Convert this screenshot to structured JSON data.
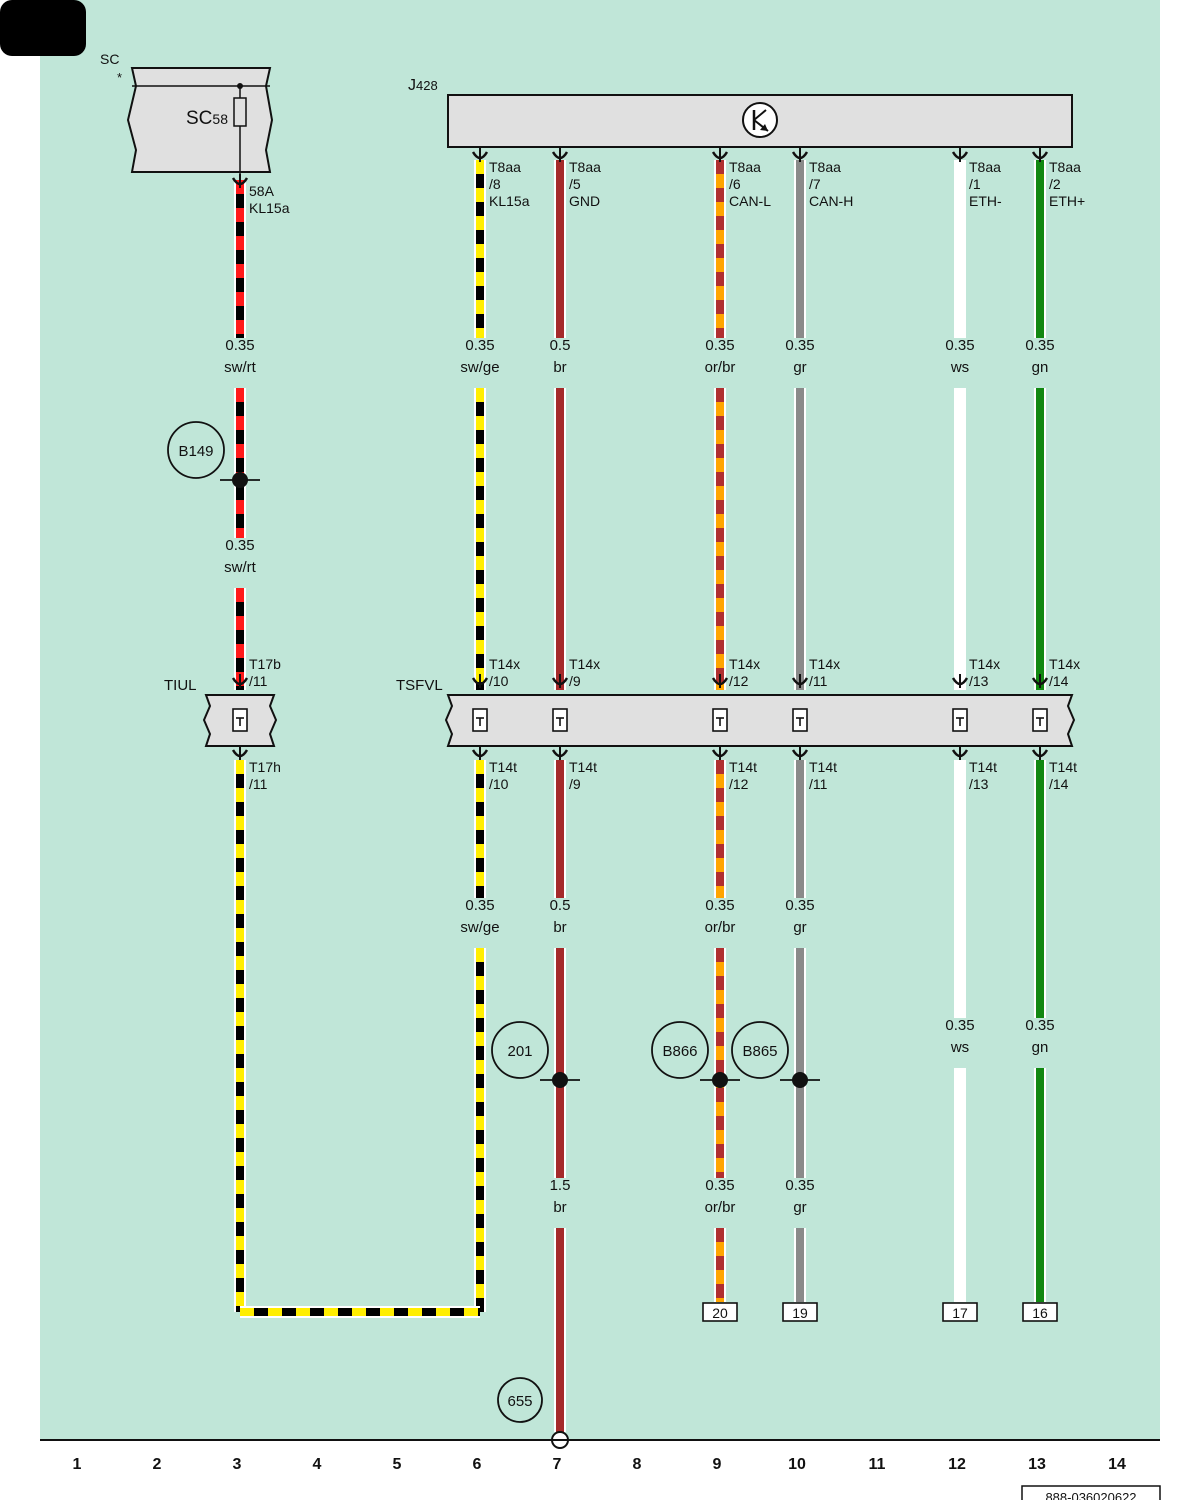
{
  "doc_id": "888-036020622",
  "components": {
    "sc": {
      "label": "SC",
      "star": "*",
      "fuse_name": "SC",
      "fuse_sub": "58"
    },
    "j428": {
      "label": "J",
      "label_sub": "428",
      "icon": "transistor-symbol-icon"
    },
    "tiul": {
      "label": "TIUL"
    },
    "tsfvl": {
      "label": "TSFVL"
    }
  },
  "wires": [
    {
      "id": "w3",
      "col": 3,
      "colors": [
        "#000000",
        "#ff1a1a"
      ],
      "top_pin": [
        "58A",
        "KL15a"
      ],
      "conn_top": [
        "T17b",
        "/11"
      ],
      "conn_bottom": [
        "T17h",
        "/11"
      ],
      "labels": [
        [
          "0.35",
          "sw/rt"
        ],
        [
          "0.35",
          "sw/rt"
        ]
      ],
      "junction": "B149"
    },
    {
      "id": "w6",
      "col": 6,
      "colors": [
        "#000000",
        "#ffee00"
      ],
      "top_pin": [
        "T8aa",
        "/8",
        "KL15a"
      ],
      "conn_top": [
        "T14x",
        "/10"
      ],
      "conn_bottom": [
        "T14t",
        "/10"
      ],
      "labels": [
        [
          "0.35",
          "sw/ge"
        ],
        [
          "0.35",
          "sw/ge"
        ]
      ]
    },
    {
      "id": "w7",
      "col": 7,
      "colors": [
        "#a52a2a"
      ],
      "top_pin": [
        "T8aa",
        "/5",
        "GND"
      ],
      "conn_top": [
        "T14x",
        "/9"
      ],
      "conn_bottom": [
        "T14t",
        "/9"
      ],
      "labels": [
        [
          "0.5",
          "br"
        ],
        [
          "0.5",
          "br"
        ],
        [
          "1.5",
          "br"
        ]
      ],
      "junction": "201",
      "ground": "655"
    },
    {
      "id": "w9",
      "col": 9,
      "colors": [
        "#ffa500",
        "#b03030"
      ],
      "top_pin": [
        "T8aa",
        "/6",
        "CAN-L"
      ],
      "conn_top": [
        "T14x",
        "/12"
      ],
      "conn_bottom": [
        "T14t",
        "/12"
      ],
      "labels": [
        [
          "0.35",
          "or/br"
        ],
        [
          "0.35",
          "or/br"
        ],
        [
          "0.35",
          "or/br"
        ]
      ],
      "junction": "B866",
      "ref": "20"
    },
    {
      "id": "w10",
      "col": 10,
      "colors": [
        "#8a8a8a"
      ],
      "top_pin": [
        "T8aa",
        "/7",
        "CAN-H"
      ],
      "conn_top": [
        "T14x",
        "/11"
      ],
      "conn_bottom": [
        "T14t",
        "/11"
      ],
      "labels": [
        [
          "0.35",
          "gr"
        ],
        [
          "0.35",
          "gr"
        ],
        [
          "0.35",
          "gr"
        ]
      ],
      "junction": "B865",
      "ref": "19"
    },
    {
      "id": "w12",
      "col": 12,
      "colors": [
        "#ffffff"
      ],
      "top_pin": [
        "T8aa",
        "/1",
        "ETH-"
      ],
      "conn_top": [
        "T14x",
        "/13"
      ],
      "conn_bottom": [
        "T14t",
        "/13"
      ],
      "labels": [
        [
          "0.35",
          "ws"
        ],
        [
          "0.35",
          "ws"
        ]
      ],
      "ref": "17"
    },
    {
      "id": "w13",
      "col": 13,
      "colors": [
        "#118811"
      ],
      "top_pin": [
        "T8aa",
        "/2",
        "ETH+"
      ],
      "conn_top": [
        "T14x",
        "/14"
      ],
      "conn_bottom": [
        "T14t",
        "/14"
      ],
      "labels": [
        [
          "0.35",
          "gn"
        ],
        [
          "0.35",
          "gn"
        ]
      ],
      "ref": "16"
    }
  ],
  "columns": [
    "1",
    "2",
    "3",
    "4",
    "5",
    "6",
    "7",
    "8",
    "9",
    "10",
    "11",
    "12",
    "13",
    "14"
  ],
  "palette": {
    "background": "#c0e6d8",
    "box_fill": "#e0e0e0",
    "stroke": "#111111"
  }
}
